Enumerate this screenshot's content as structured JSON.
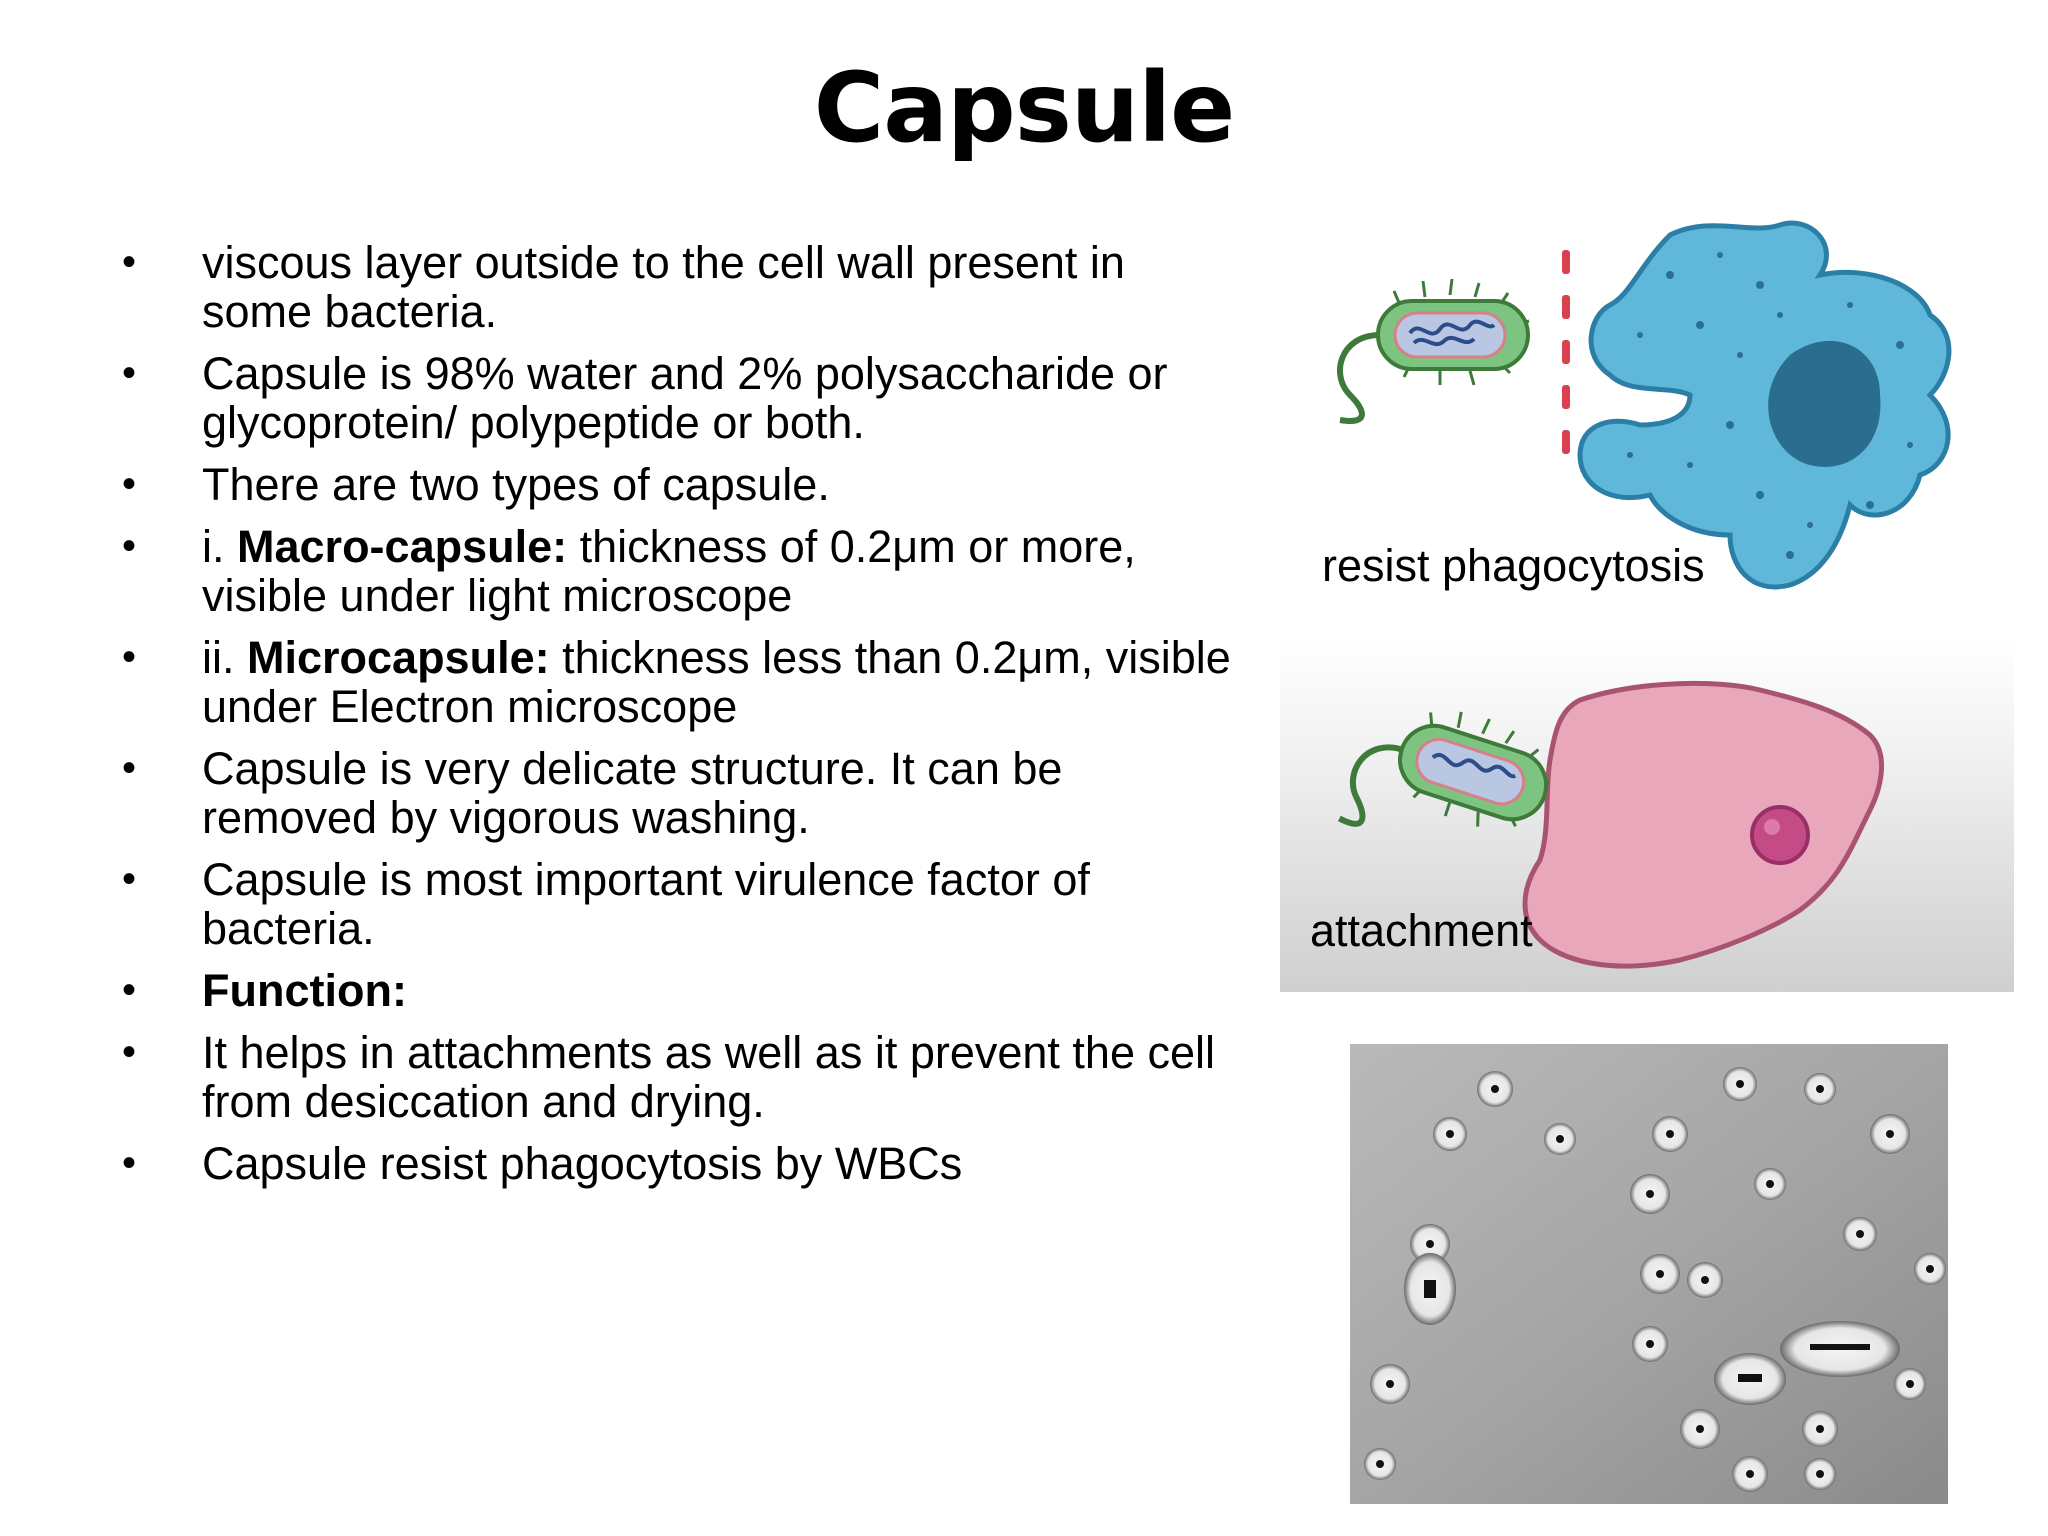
{
  "slide": {
    "title": "Capsule"
  },
  "bullets": [
    {
      "lead": "",
      "bold": "",
      "text": "viscous layer outside to the cell wall present in some bacteria."
    },
    {
      "lead": "",
      "bold": "",
      "text": "Capsule is 98% water and 2% polysaccharide or glycoprotein/ polypeptide or both."
    },
    {
      "lead": "",
      "bold": "",
      "text": "There are two types of capsule."
    },
    {
      "lead": "i. ",
      "bold": "Macro-capsule:",
      "text": " thickness of 0.2μm or more, visible under light microscope"
    },
    {
      "lead": "ii. ",
      "bold": "Microcapsule:",
      "text": " thickness less than 0.2μm, visible under Electron microscope"
    },
    {
      "lead": "",
      "bold": "",
      "text": "Capsule is very delicate structure. It can be removed by vigorous washing."
    },
    {
      "lead": "",
      "bold": "",
      "text": "Capsule is most important virulence factor of bacteria."
    },
    {
      "lead": "",
      "bold": "Function:",
      "text": ""
    },
    {
      "lead": "",
      "bold": "",
      "text": "It helps in attachments as well as it prevent the cell from desiccation and drying."
    },
    {
      "lead": "",
      "bold": "",
      "text": "Capsule resist phagocytosis by WBCs"
    }
  ],
  "images": {
    "phagocytosis_caption": "resist phagocytosis",
    "attachment_caption": "attachment"
  },
  "colors": {
    "bacterium_green": "#7cc47f",
    "phagocyte_blue": "#5fb7d9",
    "host_cell_pink": "#e9a7bb",
    "barrier_red": "#d9414f"
  }
}
